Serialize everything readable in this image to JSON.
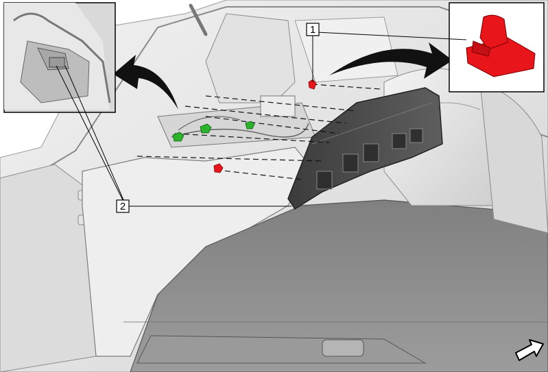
{
  "callouts": [
    {
      "label": "1",
      "part": "red-clip"
    },
    {
      "label": "2",
      "part": "side-panel"
    }
  ],
  "colors": {
    "clip_red": "#e8151b",
    "clip_green": "#2bb32b",
    "panel_dark": "#4a4a4a",
    "body_light": "#e6e6e6",
    "line": "#222222"
  },
  "icons": [
    "front-direction-arrow-icon",
    "removal-arrow-icon"
  ]
}
